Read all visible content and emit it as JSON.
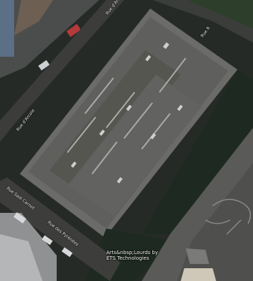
{
  "map": {
    "view": "satellite",
    "streets": [
      {
        "id": "top",
        "label": "Rue d'Arcole"
      },
      {
        "id": "side",
        "label": "Rue d'Arcole"
      },
      {
        "id": "upper-right",
        "label": "Rue R"
      },
      {
        "id": "lower-left",
        "label": "Rue Sadi Carnot"
      },
      {
        "id": "bottom",
        "label": "Rue des Pyrénées"
      }
    ],
    "poi": {
      "line1": "Arts&nbsp;Lourds by",
      "line2": "ETS Technologies"
    },
    "colors": {
      "roof": "#6e6f6c",
      "roof_dark": "#555652",
      "ground": "#1f2b22",
      "road": "#3a3b39"
    }
  }
}
